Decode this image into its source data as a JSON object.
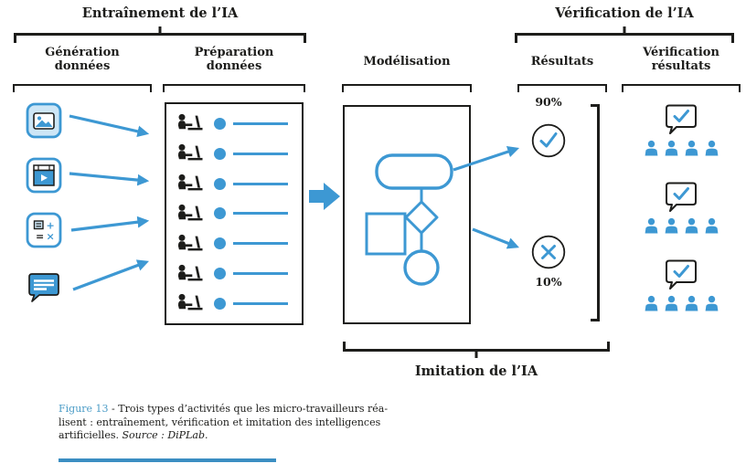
{
  "colors": {
    "blue": "#3d98d3",
    "light_blue": "#cde6f6",
    "black": "#1d1d1b",
    "link_blue": "#4d9dc7",
    "rule_blue": "#3b8ec2"
  },
  "braces": {
    "training": "Entraînement de l’IA",
    "verification": "Vérification de l’IA",
    "imitation": "Imitation de l’IA"
  },
  "columns": {
    "generation": "Génération\ndonnées",
    "preparation": "Préparation\ndonnées",
    "modelling": "Modélisation",
    "results": "Résultats",
    "verification": "Vérification\nrésultats"
  },
  "generation": {
    "icons": [
      "image",
      "video",
      "calculator",
      "chat"
    ]
  },
  "preparation": {
    "row_count": 7
  },
  "results": {
    "success": "90%",
    "failure": "10%"
  },
  "verification": {
    "group_count": 3,
    "people_per_group": 4
  },
  "caption": {
    "figure": "Figure 13",
    "line1": " - Trois types d’activités que les micro-travailleurs réa-",
    "line2": "lisent : entraînement, vérification et imitation des intelligences",
    "line3": "artificielles. ",
    "source": "Source : DiPLab."
  }
}
